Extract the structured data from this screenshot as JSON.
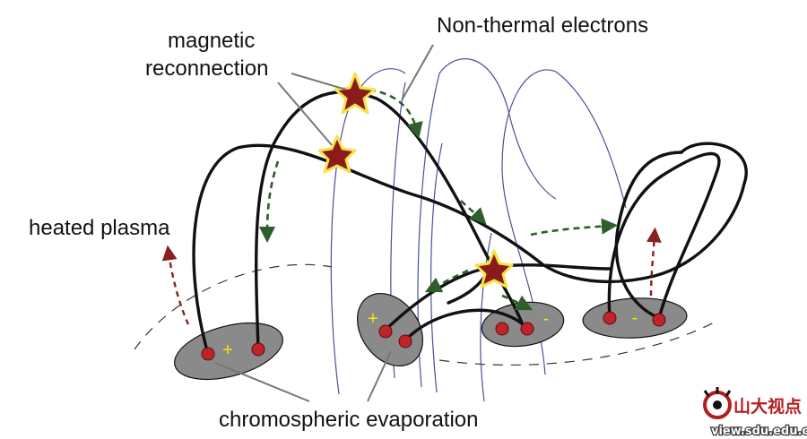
{
  "labels": {
    "magnetic_reconnection_line1": "magnetic",
    "magnetic_reconnection_line2": "reconnection",
    "non_thermal_electrons": "Non-thermal electrons",
    "heated_plasma": "heated plasma",
    "chromospheric_evaporation": "chromospheric evaporation"
  },
  "footpoint_polarities": {
    "left_region": "+",
    "middle_region": "+",
    "right_middle_region": "-",
    "right_region": "-"
  },
  "watermark": {
    "name": "山大视点",
    "url": "view.sdu.edu.cn"
  },
  "colors": {
    "field_lines": "#111111",
    "background_field_lines": "#4a4f9c",
    "reconnection_star_fill": "#8b1a1a",
    "reconnection_star_outline": "#f5e34a",
    "electron_arrows": "#2e5e2a",
    "heated_plasma_arrows": "#8a1f1f",
    "footpoint_regions": "#8a8a8a",
    "footpoints": "#c0242b",
    "polarity_signs": "#f2e600",
    "watermark_red": "#b31d1d"
  },
  "icons": [
    "reconnection-star-icon",
    "footpoint-dot-icon",
    "watermark-logo-icon"
  ]
}
